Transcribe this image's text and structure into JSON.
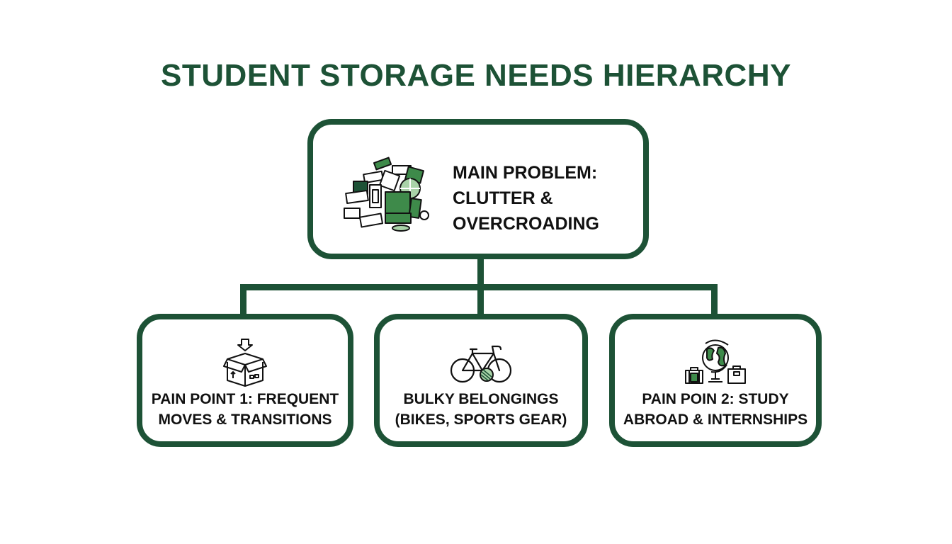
{
  "title": "STUDENT STORAGE NEEDS HIERARCHY",
  "colors": {
    "primary": "#1d5236",
    "accent_green": "#3e8a4a",
    "light_green": "#a9d3a8",
    "text": "#111111",
    "background": "#ffffff"
  },
  "root": {
    "label_lines": [
      "MAIN PROBLEM:",
      "CLUTTER &",
      "OVERCROADING"
    ],
    "icon": "clutter-pile-icon"
  },
  "children": [
    {
      "label_lines": [
        "PAIN POINT 1: FREQUENT",
        "MOVES & TRANSITIONS"
      ],
      "icon": "moving-box-icon"
    },
    {
      "label_lines": [
        "BULKY BELONGINGS",
        "(BIKES, SPORTS GEAR)"
      ],
      "icon": "bicycle-ball-icon"
    },
    {
      "label_lines": [
        "PAIN POIN 2: STUDY",
        "ABROAD & INTERNSHIPS"
      ],
      "icon": "globe-suitcases-icon"
    }
  ]
}
